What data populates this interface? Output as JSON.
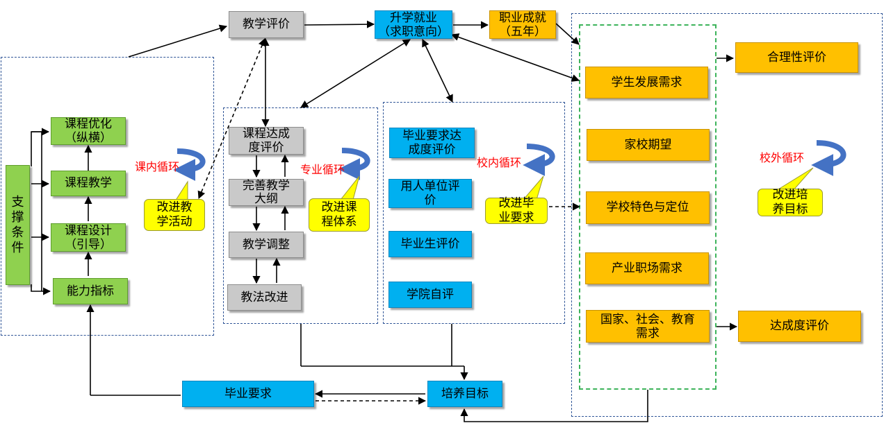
{
  "nodes": {
    "teaching_eval": "教学评价",
    "further_study": "升学就业\n（求职意向）",
    "career_success": "职业成就\n（五年）",
    "course_optimize": "课程优化\n（纵横）",
    "course_teaching": "课程教学",
    "course_design": "课程设计\n（引导）",
    "ability_index": "能力指标",
    "support": "支\n撑\n条\n件",
    "course_attain_eval": "课程达成\n度评价",
    "improve_syllabus": "完善教学\n大纲",
    "teaching_adjust": "教学调整",
    "method_improve": "教法改进",
    "grad_req_attain_eval": "毕业要求达\n成度评价",
    "employer_eval": "用人单位评\n价",
    "graduate_eval": "毕业生评价",
    "college_self_eval": "学院自评",
    "student_needs": "学生发展需求",
    "family_school": "家校期望",
    "school_feature": "学校特色与定位",
    "industry_needs": "产业职场需求",
    "national_needs": "国家、社会、教育\n需求",
    "rationality_eval": "合理性评价",
    "attainment_eval": "达成度评价",
    "grad_requirements": "毕业要求",
    "training_goal": "培养目标"
  },
  "callouts": {
    "improve_activity": "改进教\n学活动",
    "improve_curriculum": "改进课\n程体系",
    "improve_grad_req": "改进毕\n业要求",
    "improve_goal": "改进培\n养目标"
  },
  "loops": {
    "in_class": "课内循环",
    "major": "专业循环",
    "in_school": "校内循环",
    "out_school": "校外循环"
  },
  "colors": {
    "gray": "#c9c9c9",
    "blue": "#00b0f0",
    "gold": "#ffc000",
    "green": "#8fd14f",
    "callout": "#ffff00",
    "loop_arrow": "#4472c4",
    "loop_text": "#ff0000",
    "region_border": "#2f5597",
    "inner_region_border": "#3cb35a"
  }
}
